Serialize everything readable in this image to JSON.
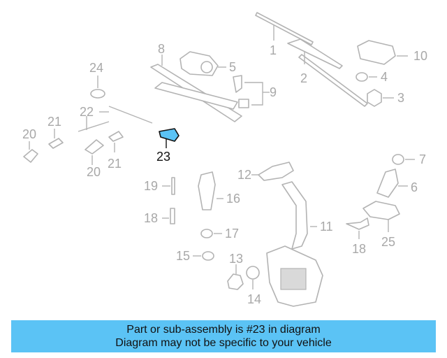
{
  "diagram": {
    "highlight_color": "#5bc3f5",
    "highlighted_part": "23",
    "labels": {
      "l1": "1",
      "l2": "2",
      "l3": "3",
      "l4": "4",
      "l5": "5",
      "l6": "6",
      "l7": "7",
      "l8": "8",
      "l9": "9",
      "l10": "10",
      "l11": "11",
      "l12": "12",
      "l13": "13",
      "l14": "14",
      "l15": "15",
      "l16": "16",
      "l17": "17",
      "l18a": "18",
      "l18b": "18",
      "l19": "19",
      "l20a": "20",
      "l20b": "20",
      "l21a": "21",
      "l21b": "21",
      "l22": "22",
      "l23": "23",
      "l24": "24",
      "l25": "25"
    }
  },
  "banner": {
    "line1": "Part or sub-assembly is #23 in diagram",
    "line2": "Diagram may not be specific to your vehicle"
  }
}
